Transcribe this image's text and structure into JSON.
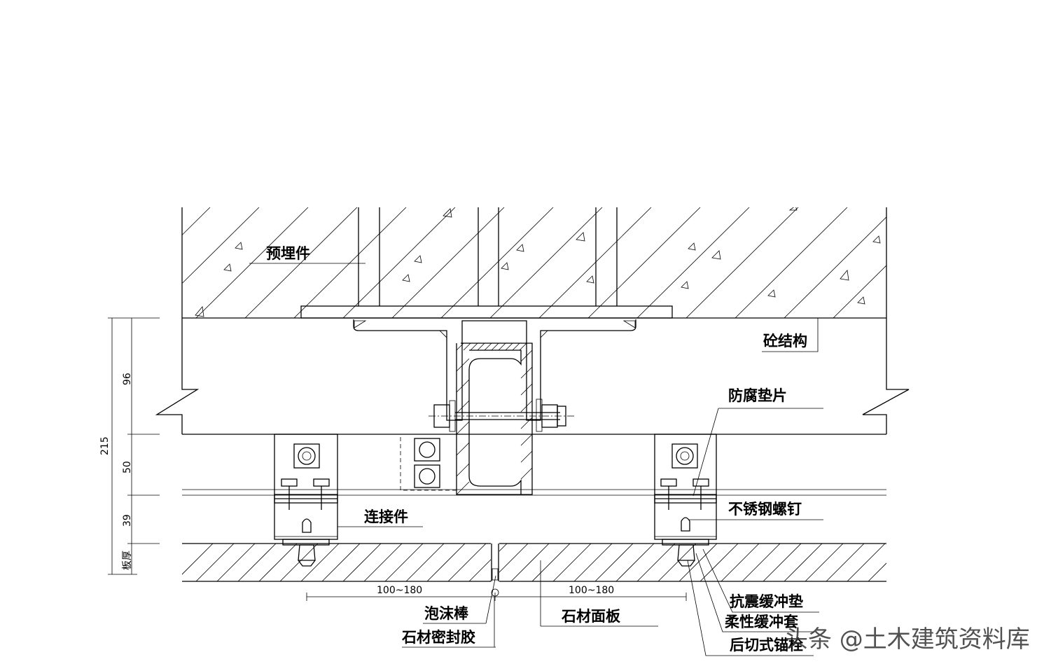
{
  "labels": {
    "embedded_part": "预埋件",
    "concrete_structure": "砼结构",
    "anticorrosion_gasket": "防腐垫片",
    "connector": "连接件",
    "stainless_screw": "不锈钢螺钉",
    "seismic_cushion": "抗震缓冲垫",
    "flexible_sleeve": "柔性缓冲套",
    "post_anchor": "后切式锚栓",
    "foam_rod": "泡沫棒",
    "stone_panel": "石材面板",
    "stone_sealant": "石材密封胶"
  },
  "dimensions": {
    "total": "215",
    "d1": "96",
    "d2": "50",
    "d3": "39",
    "panel_thickness": "板厚",
    "span_left": "100~180",
    "span_right": "100~180"
  },
  "watermark": "头条 @土木建筑资料库"
}
